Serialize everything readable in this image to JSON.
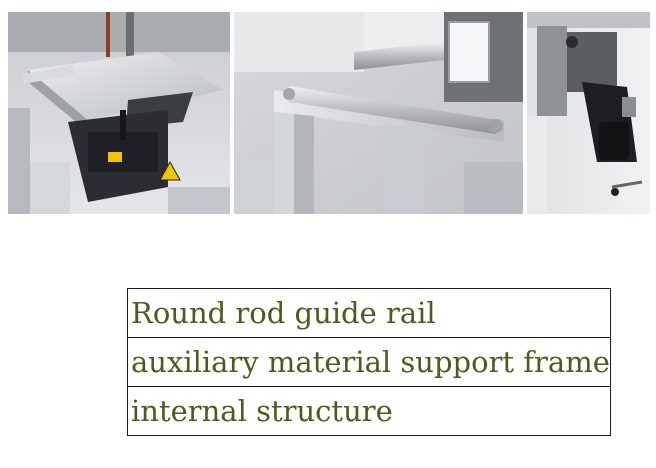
{
  "labels": {
    "row1": "Round rod guide rail",
    "row2": "auxiliary material support frame",
    "row3": "internal structure"
  },
  "colors": {
    "label_text": "#4f5a1f",
    "table_border": "#1a1a1a",
    "warning_yellow": "#f2c300"
  }
}
